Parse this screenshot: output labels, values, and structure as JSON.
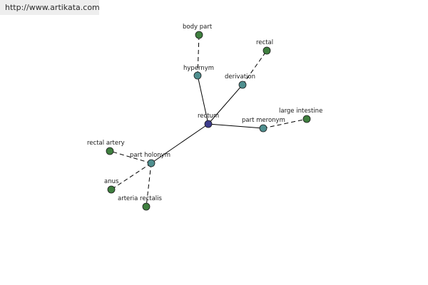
{
  "source_link": "http://www.artikata.com",
  "colors": {
    "center": "#3d3c8c",
    "relation": "#4f8f8f",
    "word": "#3f7f3f"
  },
  "nodes": [
    {
      "id": "rectum",
      "label": "rectum",
      "kind": "center"
    },
    {
      "id": "hypernym",
      "label": "hypernym",
      "kind": "relation"
    },
    {
      "id": "derivation",
      "label": "derivation",
      "kind": "relation"
    },
    {
      "id": "part_meronym",
      "label": "part meronym",
      "kind": "relation"
    },
    {
      "id": "part_holonym",
      "label": "part holonym",
      "kind": "relation"
    },
    {
      "id": "body_part",
      "label": "body part",
      "kind": "word"
    },
    {
      "id": "rectal",
      "label": "rectal",
      "kind": "word"
    },
    {
      "id": "large_intestine",
      "label": "large intestine",
      "kind": "word"
    },
    {
      "id": "rectal_artery",
      "label": "rectal artery",
      "kind": "word"
    },
    {
      "id": "anus",
      "label": "anus",
      "kind": "word"
    },
    {
      "id": "arteria_rectalis",
      "label": "arteria rectalis",
      "kind": "word"
    }
  ],
  "edges": [
    {
      "from": "rectum",
      "to": "hypernym",
      "style": "solid"
    },
    {
      "from": "rectum",
      "to": "derivation",
      "style": "solid"
    },
    {
      "from": "rectum",
      "to": "part_meronym",
      "style": "solid"
    },
    {
      "from": "rectum",
      "to": "part_holonym",
      "style": "solid"
    },
    {
      "from": "hypernym",
      "to": "body_part",
      "style": "dashed"
    },
    {
      "from": "derivation",
      "to": "rectal",
      "style": "dashed"
    },
    {
      "from": "part_meronym",
      "to": "large_intestine",
      "style": "dashed"
    },
    {
      "from": "part_holonym",
      "to": "rectal_artery",
      "style": "dashed"
    },
    {
      "from": "part_holonym",
      "to": "anus",
      "style": "dashed"
    },
    {
      "from": "part_holonym",
      "to": "arteria_rectalis",
      "style": "dashed"
    }
  ]
}
